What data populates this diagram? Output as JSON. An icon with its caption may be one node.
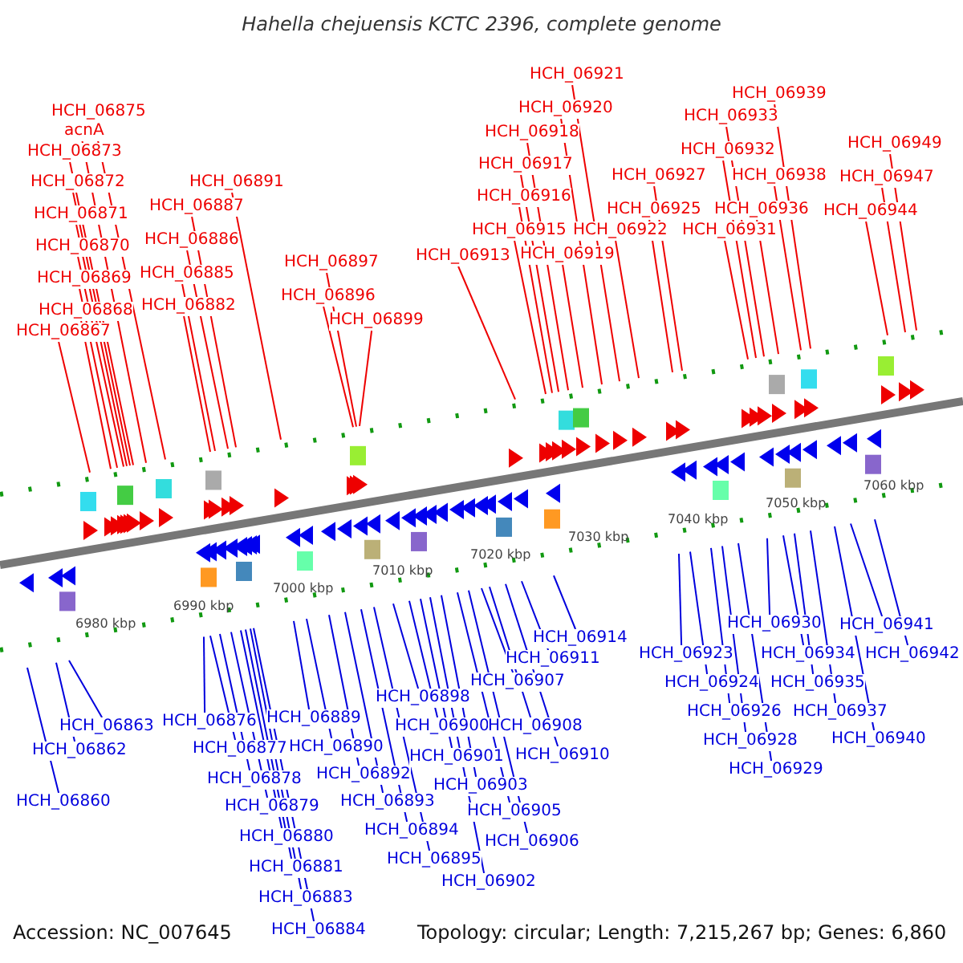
{
  "diagram": {
    "title": "Hahella chejuensis KCTC 2396, complete genome",
    "nodes": [
      {
        "text": [
          "HCH_06875"
        ]
      },
      {
        "text": [
          "acnA"
        ]
      },
      {
        "text": [
          "HCH_06873"
        ]
      },
      {
        "text": [
          "HCH_06872"
        ]
      },
      {
        "text": [
          "HCH_06871"
        ]
      },
      {
        "text": [
          "HCH_06870"
        ]
      },
      {
        "text": [
          "HCH_06869"
        ]
      },
      {
        "text": [
          "HCH_06868"
        ]
      },
      {
        "text": [
          "HCH_06867"
        ]
      },
      {
        "text": [
          "HCH_06891"
        ]
      },
      {
        "text": [
          "HCH_06887"
        ]
      },
      {
        "text": [
          "HCH_06886"
        ]
      },
      {
        "text": [
          "HCH_06885"
        ]
      },
      {
        "text": [
          "HCH_06882"
        ]
      },
      {
        "text": [
          "HCH_06897"
        ]
      },
      {
        "text": [
          "HCH_06896"
        ]
      },
      {
        "text": [
          "HCH_06899"
        ]
      },
      {
        "text": [
          "HCH_06913"
        ]
      },
      {
        "text": [
          "HCH_06921"
        ]
      },
      {
        "text": [
          "HCH_06920"
        ]
      },
      {
        "text": [
          "HCH_06918"
        ]
      },
      {
        "text": [
          "HCH_06917"
        ]
      },
      {
        "text": [
          "HCH_06916"
        ]
      },
      {
        "text": [
          "HCH_06915"
        ]
      },
      {
        "text": [
          "HCH_06919"
        ]
      },
      {
        "text": [
          "HCH_06922"
        ]
      },
      {
        "text": [
          "HCH_06927"
        ]
      },
      {
        "text": [
          "HCH_06925"
        ]
      },
      {
        "text": [
          "HCH_06939"
        ]
      },
      {
        "text": [
          "HCH_06933"
        ]
      },
      {
        "text": [
          "HCH_06932"
        ]
      },
      {
        "text": [
          "HCH_06938"
        ]
      },
      {
        "text": [
          "HCH_06936"
        ]
      },
      {
        "text": [
          "HCH_06931"
        ]
      },
      {
        "text": [
          "HCH_06949"
        ]
      },
      {
        "text": [
          "HCH_06947"
        ]
      },
      {
        "text": [
          "HCH_06944"
        ]
      },
      {
        "text": [
          "HCH_06863"
        ]
      },
      {
        "text": [
          "HCH_06862"
        ]
      },
      {
        "text": [
          "HCH_06860"
        ]
      },
      {
        "text": [
          "HCH_06876"
        ]
      },
      {
        "text": [
          "HCH_06877"
        ]
      },
      {
        "text": [
          "HCH_06878"
        ]
      },
      {
        "text": [
          "HCH_06879"
        ]
      },
      {
        "text": [
          "HCH_06880"
        ]
      },
      {
        "text": [
          "HCH_06881"
        ]
      },
      {
        "text": [
          "HCH_06883"
        ]
      },
      {
        "text": [
          "HCH_06884"
        ]
      },
      {
        "text": [
          "HCH_06889"
        ]
      },
      {
        "text": [
          "HCH_06890"
        ]
      },
      {
        "text": [
          "HCH_06892"
        ]
      },
      {
        "text": [
          "HCH_06893"
        ]
      },
      {
        "text": [
          "HCH_06894"
        ]
      },
      {
        "text": [
          "HCH_06895"
        ]
      },
      {
        "text": [
          "HCH_06902"
        ]
      },
      {
        "text": [
          "HCH_06898"
        ]
      },
      {
        "text": [
          "HCH_06900"
        ]
      },
      {
        "text": [
          "HCH_06901"
        ]
      },
      {
        "text": [
          "HCH_06903"
        ]
      },
      {
        "text": [
          "HCH_06905"
        ]
      },
      {
        "text": [
          "HCH_06906"
        ]
      },
      {
        "text": [
          "HCH_06914"
        ]
      },
      {
        "text": [
          "HCH_06911"
        ]
      },
      {
        "text": [
          "HCH_06907"
        ]
      },
      {
        "text": [
          "HCH_06908"
        ]
      },
      {
        "text": [
          "HCH_06910"
        ]
      },
      {
        "text": [
          "HCH_06923"
        ]
      },
      {
        "text": [
          "HCH_06924"
        ]
      },
      {
        "text": [
          "HCH_06926"
        ]
      },
      {
        "text": [
          "HCH_06928"
        ]
      },
      {
        "text": [
          "HCH_06929"
        ]
      },
      {
        "text": [
          "HCH_06930"
        ]
      },
      {
        "text": [
          "HCH_06934"
        ]
      },
      {
        "text": [
          "HCH_06935"
        ]
      },
      {
        "text": [
          "HCH_06937"
        ]
      },
      {
        "text": [
          "HCH_06940"
        ]
      },
      {
        "text": [
          "HCH_06941"
        ]
      },
      {
        "text": [
          "HCH_06942"
        ]
      }
    ],
    "edges": [
      {
        "from": 0,
        "to": null,
        "arrow": "none",
        "color": "#ee0000"
      },
      {
        "from": 1,
        "to": null,
        "arrow": "none",
        "color": "#ee0000"
      },
      {
        "from": 2,
        "to": null,
        "arrow": "none",
        "color": "#ee0000"
      },
      {
        "from": 3,
        "to": null,
        "arrow": "none",
        "color": "#ee0000"
      },
      {
        "from": 4,
        "to": null,
        "arrow": "none",
        "color": "#ee0000"
      },
      {
        "from": 5,
        "to": null,
        "arrow": "none",
        "color": "#ee0000"
      },
      {
        "from": 6,
        "to": null,
        "arrow": "none",
        "color": "#ee0000"
      },
      {
        "from": 7,
        "to": null,
        "arrow": "none",
        "color": "#ee0000"
      },
      {
        "from": 8,
        "to": null,
        "arrow": "none",
        "color": "#ee0000"
      },
      {
        "from": 9,
        "to": null,
        "arrow": "none",
        "color": "#ee0000"
      },
      {
        "from": 10,
        "to": null,
        "arrow": "none",
        "color": "#ee0000"
      },
      {
        "from": 11,
        "to": null,
        "arrow": "none",
        "color": "#ee0000"
      },
      {
        "from": 12,
        "to": null,
        "arrow": "none",
        "color": "#ee0000"
      },
      {
        "from": 13,
        "to": null,
        "arrow": "none",
        "color": "#ee0000"
      },
      {
        "from": 14,
        "to": null,
        "arrow": "none",
        "color": "#ee0000"
      },
      {
        "from": 15,
        "to": null,
        "arrow": "none",
        "color": "#ee0000"
      },
      {
        "from": 16,
        "to": null,
        "arrow": "none",
        "color": "#ee0000"
      },
      {
        "from": 17,
        "to": null,
        "arrow": "none",
        "color": "#ee0000"
      },
      {
        "from": 18,
        "to": null,
        "arrow": "none",
        "color": "#ee0000"
      },
      {
        "from": 19,
        "to": null,
        "arrow": "none",
        "color": "#ee0000"
      },
      {
        "from": 20,
        "to": null,
        "arrow": "none",
        "color": "#ee0000"
      },
      {
        "from": 21,
        "to": null,
        "arrow": "none",
        "color": "#ee0000"
      },
      {
        "from": 22,
        "to": null,
        "arrow": "none",
        "color": "#ee0000"
      },
      {
        "from": 23,
        "to": null,
        "arrow": "none",
        "color": "#ee0000"
      },
      {
        "from": 24,
        "to": null,
        "arrow": "none",
        "color": "#ee0000"
      },
      {
        "from": 25,
        "to": null,
        "arrow": "none",
        "color": "#ee0000"
      },
      {
        "from": 26,
        "to": null,
        "arrow": "none",
        "color": "#ee0000"
      },
      {
        "from": 27,
        "to": null,
        "arrow": "none",
        "color": "#ee0000"
      },
      {
        "from": 28,
        "to": null,
        "arrow": "none",
        "color": "#ee0000"
      },
      {
        "from": 29,
        "to": null,
        "arrow": "none",
        "color": "#ee0000"
      },
      {
        "from": 30,
        "to": null,
        "arrow": "none",
        "color": "#ee0000"
      },
      {
        "from": 31,
        "to": null,
        "arrow": "none",
        "color": "#ee0000"
      },
      {
        "from": 32,
        "to": null,
        "arrow": "none",
        "color": "#ee0000"
      },
      {
        "from": 33,
        "to": null,
        "arrow": "none",
        "color": "#ee0000"
      },
      {
        "from": 34,
        "to": null,
        "arrow": "none",
        "color": "#ee0000"
      },
      {
        "from": 35,
        "to": null,
        "arrow": "none",
        "color": "#ee0000"
      },
      {
        "from": 36,
        "to": null,
        "arrow": "none",
        "color": "#ee0000"
      },
      {
        "from": 37,
        "to": null,
        "arrow": "none"
      },
      {
        "from": 38,
        "to": null,
        "arrow": "none"
      },
      {
        "from": 39,
        "to": null,
        "arrow": "none"
      },
      {
        "from": 40,
        "to": null,
        "arrow": "none"
      },
      {
        "from": 41,
        "to": null,
        "arrow": "none"
      },
      {
        "from": 42,
        "to": null,
        "arrow": "none"
      },
      {
        "from": 43,
        "to": null,
        "arrow": "none"
      },
      {
        "from": 44,
        "to": null,
        "arrow": "none"
      },
      {
        "from": 45,
        "to": null,
        "arrow": "none"
      },
      {
        "from": 46,
        "to": null,
        "arrow": "none"
      },
      {
        "from": 47,
        "to": null,
        "arrow": "none"
      },
      {
        "from": 48,
        "to": null,
        "arrow": "none"
      },
      {
        "from": 49,
        "to": null,
        "arrow": "none"
      },
      {
        "from": 50,
        "to": null,
        "arrow": "none"
      },
      {
        "from": 51,
        "to": null,
        "arrow": "none"
      },
      {
        "from": 52,
        "to": null,
        "arrow": "none"
      },
      {
        "from": 53,
        "to": null,
        "arrow": "none"
      },
      {
        "from": 54,
        "to": null,
        "arrow": "none"
      },
      {
        "from": 55,
        "to": null,
        "arrow": "none"
      },
      {
        "from": 56,
        "to": null,
        "arrow": "none"
      },
      {
        "from": 57,
        "to": null,
        "arrow": "none"
      },
      {
        "from": 58,
        "to": null,
        "arrow": "none"
      },
      {
        "from": 59,
        "to": null,
        "arrow": "none"
      },
      {
        "from": 60,
        "to": null,
        "arrow": "none"
      },
      {
        "from": 61,
        "to": null,
        "arrow": "none"
      },
      {
        "from": 62,
        "to": null,
        "arrow": "none"
      },
      {
        "from": 63,
        "to": null,
        "arrow": "none"
      },
      {
        "from": 64,
        "to": null,
        "arrow": "none"
      },
      {
        "from": 65,
        "to": null,
        "arrow": "none"
      },
      {
        "from": 66,
        "to": null,
        "arrow": "none"
      },
      {
        "from": 67,
        "to": null,
        "arrow": "none"
      },
      {
        "from": 68,
        "to": null,
        "arrow": "none"
      },
      {
        "from": 69,
        "to": null,
        "arrow": "none"
      },
      {
        "from": 70,
        "to": null,
        "arrow": "none"
      },
      {
        "from": 71,
        "to": null,
        "arrow": "none"
      },
      {
        "from": 72,
        "to": null,
        "arrow": "none"
      },
      {
        "from": 73,
        "to": null,
        "arrow": "none"
      },
      {
        "from": 74,
        "to": null,
        "arrow": "none"
      },
      {
        "from": 75,
        "to": null,
        "arrow": "none"
      },
      {
        "from": 76,
        "to": null,
        "arrow": "none"
      },
      {
        "from": 77,
        "to": null,
        "arrow": "none"
      }
    ],
    "labels": [
      "6980 kbp",
      "6990 kbp",
      "7000 kbp",
      "7010 kbp",
      "7020 kbp",
      "7030 kbp",
      "7040 kbp",
      "7050 kbp",
      "7060 kbp",
      "Accession: NC_007645",
      "Topology: circular; Length: 7,215,267 bp; Genes: 6,860"
    ]
  }
}
